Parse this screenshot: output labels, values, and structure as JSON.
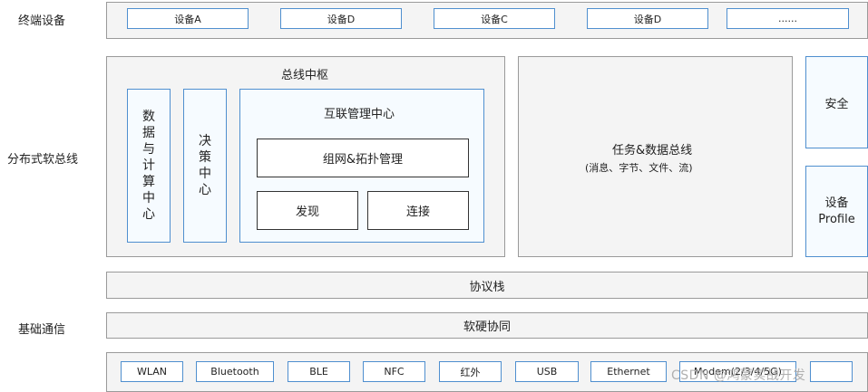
{
  "row_labels": {
    "terminal": "终端设备",
    "softbus": "分布式软总线",
    "basic_comm": "基础通信"
  },
  "terminal_devices": [
    "设备A",
    "设备D",
    "设备C",
    "设备D",
    "......"
  ],
  "bus_hub": {
    "title": "总线中枢",
    "data_compute": [
      "数",
      "据",
      "与",
      "计",
      "算",
      "中",
      "心"
    ],
    "decision": [
      "决",
      "策",
      "中",
      "心"
    ],
    "interconnect": {
      "title": "互联管理中心",
      "network_topology": "组网&拓扑管理",
      "discovery": "发现",
      "connect": "连接"
    }
  },
  "task_bus": {
    "title": "任务&数据总线",
    "subtitle": "(消息、字节、文件、流)"
  },
  "security": "安全",
  "device_profile": [
    "设备",
    "Profile"
  ],
  "protocol_stack": "协议栈",
  "hw_sw_collab": "软硬协同",
  "comm_tech": [
    "WLAN",
    "Bluetooth",
    "BLE",
    "NFC",
    "红外",
    "USB",
    "Ethernet",
    "Modem(2/3/4/5G)",
    ""
  ],
  "watermark": "CSDN @鸿蒙实战开发"
}
